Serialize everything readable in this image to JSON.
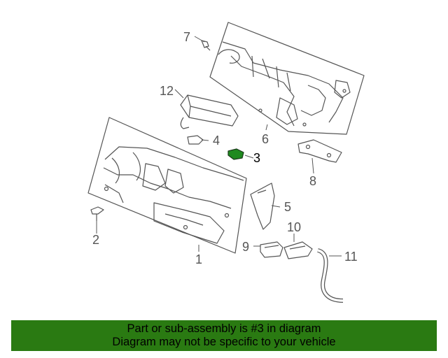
{
  "callouts": {
    "c1": "1",
    "c2": "2",
    "c3": "3",
    "c4": "4",
    "c5": "5",
    "c6": "6",
    "c7": "7",
    "c8": "8",
    "c9": "9",
    "c10": "10",
    "c11": "11",
    "c12": "12"
  },
  "banner": {
    "line1": "Part or sub-assembly is #3 in diagram",
    "line2": "Diagram may not be specific to your vehicle"
  },
  "colors": {
    "banner_bg": "#2a7a12",
    "highlight_part": "#1f8a1f",
    "line_art": "#555555"
  }
}
